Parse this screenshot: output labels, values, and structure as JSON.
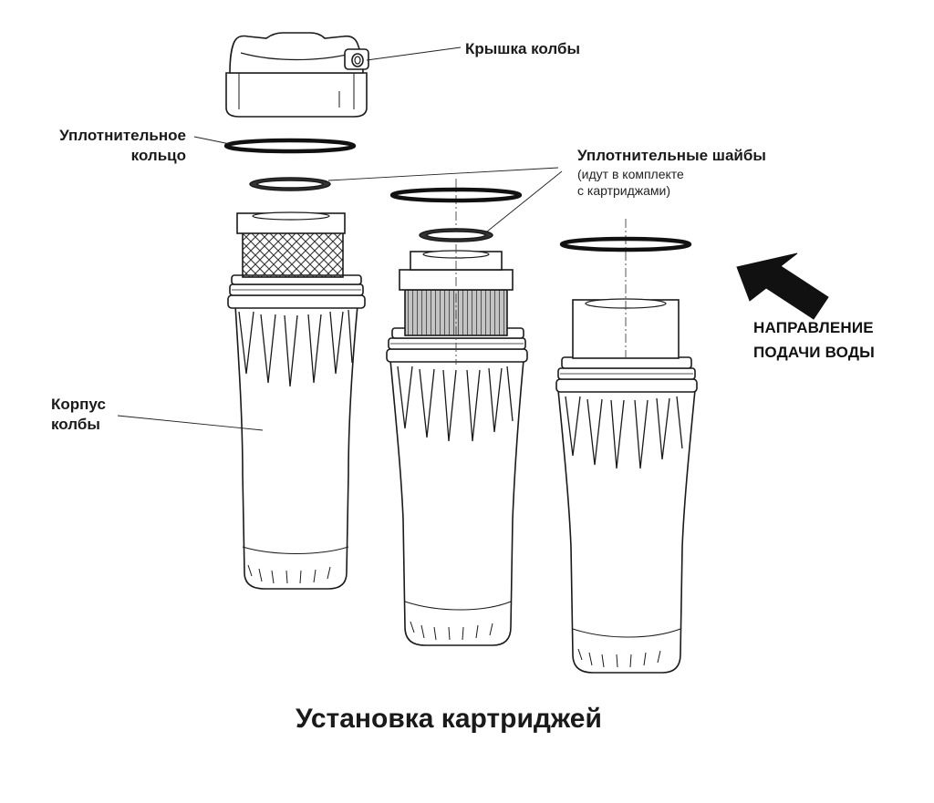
{
  "labels": {
    "cap": "Крышка колбы",
    "oring_line1": "Уплотнительное",
    "oring_line2": "кольцо",
    "washers_title": "Уплотнительные шайбы",
    "washers_note1": "(идут в комплекте",
    "washers_note2": "с картриджами)",
    "housing_line1": "Корпус",
    "housing_line2": "колбы"
  },
  "direction": {
    "line1": "НАПРАВЛЕНИЕ",
    "line2": "ПОДАЧИ ВОДЫ"
  },
  "title": "Установка картриджей",
  "colors": {
    "ink": "#1a1a1a",
    "cartridge_gray": "#bdbdbd",
    "background": "#ffffff"
  }
}
